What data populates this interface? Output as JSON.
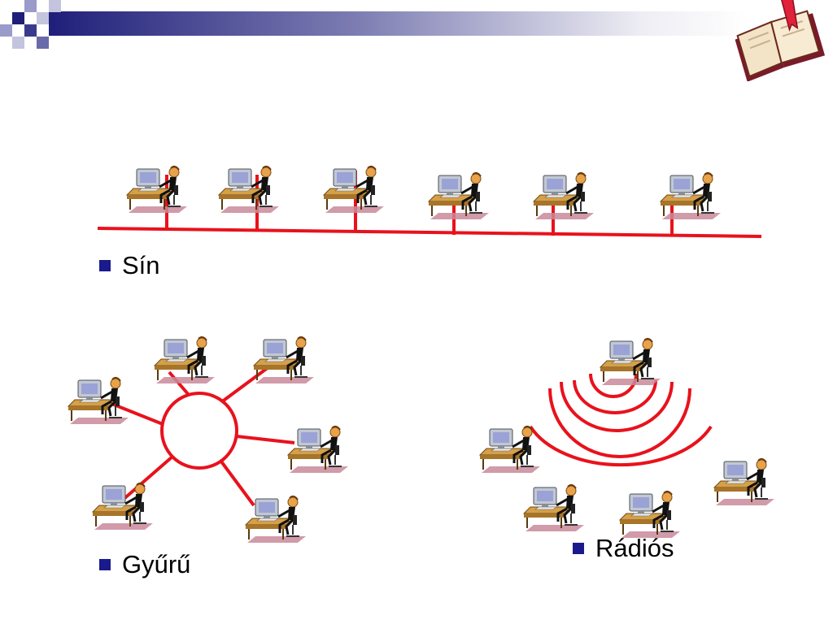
{
  "bullets": {
    "bus": "Sín",
    "ring": "Gyűrű",
    "radio": "Rádiós"
  },
  "colors": {
    "network_line": "#e8121c",
    "bullet": "#1a1a8c",
    "header_dark": "#1f1f7a"
  },
  "icons": {
    "workstation": "person-at-computer-icon",
    "book": "open-book-icon"
  }
}
